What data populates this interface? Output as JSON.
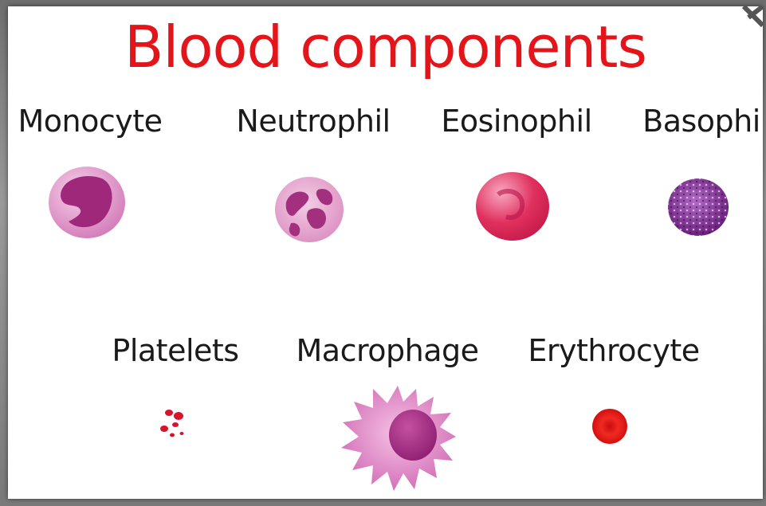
{
  "title": "Blood components",
  "cells": {
    "monocyte": "Monocyte",
    "neutrophil": "Neutrophil",
    "eosinophil": "Eosinophil",
    "basophil": "Basophil",
    "platelets": "Platelets",
    "macrophage": "Macrophage",
    "erythrocyte": "Erythrocyte"
  },
  "colors": {
    "title": "#e3151a",
    "cell_pink": "#e7a3cf",
    "nucleus_purple": "#a0287a",
    "eosinophil_red": "#e02a5a",
    "basophil_purple": "#6a1a78",
    "erythrocyte_red": "#e61414",
    "platelet_red": "#d8132c"
  }
}
